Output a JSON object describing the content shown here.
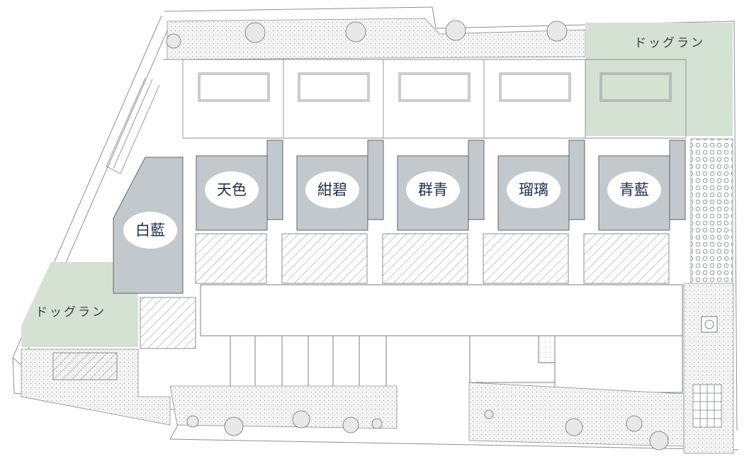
{
  "plan": {
    "dog_runs": [
      {
        "id": "north-east",
        "label": "ドッグラン"
      },
      {
        "id": "south-west",
        "label": "ドッグラン"
      }
    ],
    "units": [
      {
        "id": "hakuran",
        "label": "白藍"
      },
      {
        "id": "tensyoku",
        "label": "天色"
      },
      {
        "id": "konpeki",
        "label": "紺碧"
      },
      {
        "id": "gunjo",
        "label": "群青"
      },
      {
        "id": "ruri",
        "label": "瑠璃"
      },
      {
        "id": "seiran",
        "label": "青藍"
      }
    ],
    "colors": {
      "unit_fill": "#c3c8cd",
      "unit_stroke": "#5f666d",
      "label_oval": "#ffffff",
      "dog_run": "#d5e1d3",
      "line": "#8a8f95",
      "text": "#24304a"
    }
  }
}
